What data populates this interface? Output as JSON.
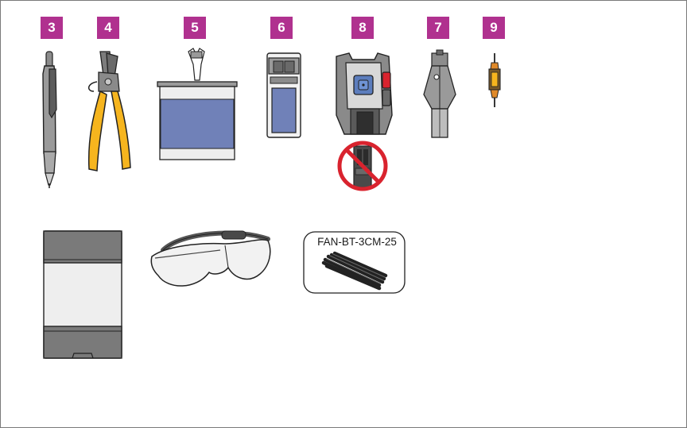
{
  "badge_color": "#b0318f",
  "items": [
    {
      "number": "3",
      "icon": "pen-icon"
    },
    {
      "number": "4",
      "icon": "fiber-stripper-icon"
    },
    {
      "number": "5",
      "icon": "wipes-container-icon"
    },
    {
      "number": "6",
      "icon": "cleaver-holder-icon"
    },
    {
      "number": "8",
      "icon": "fiber-cleaver-icon"
    },
    {
      "number": "7",
      "icon": "connector-tool-icon"
    },
    {
      "number": "9",
      "icon": "fiber-connector-icon"
    }
  ],
  "extras": {
    "prohibited_icon": "no-adapter-icon",
    "case_icon": "storage-case-icon",
    "glasses_icon": "safety-glasses-icon",
    "kit_icon": "buffer-tube-kit-icon",
    "kit_label": "FAN-BT-3CM-25"
  },
  "colors": {
    "yellow": "#f6b51e",
    "blue": "#7081b8",
    "prohibit_red": "#d9232e",
    "gray": "#8c8c8c"
  }
}
